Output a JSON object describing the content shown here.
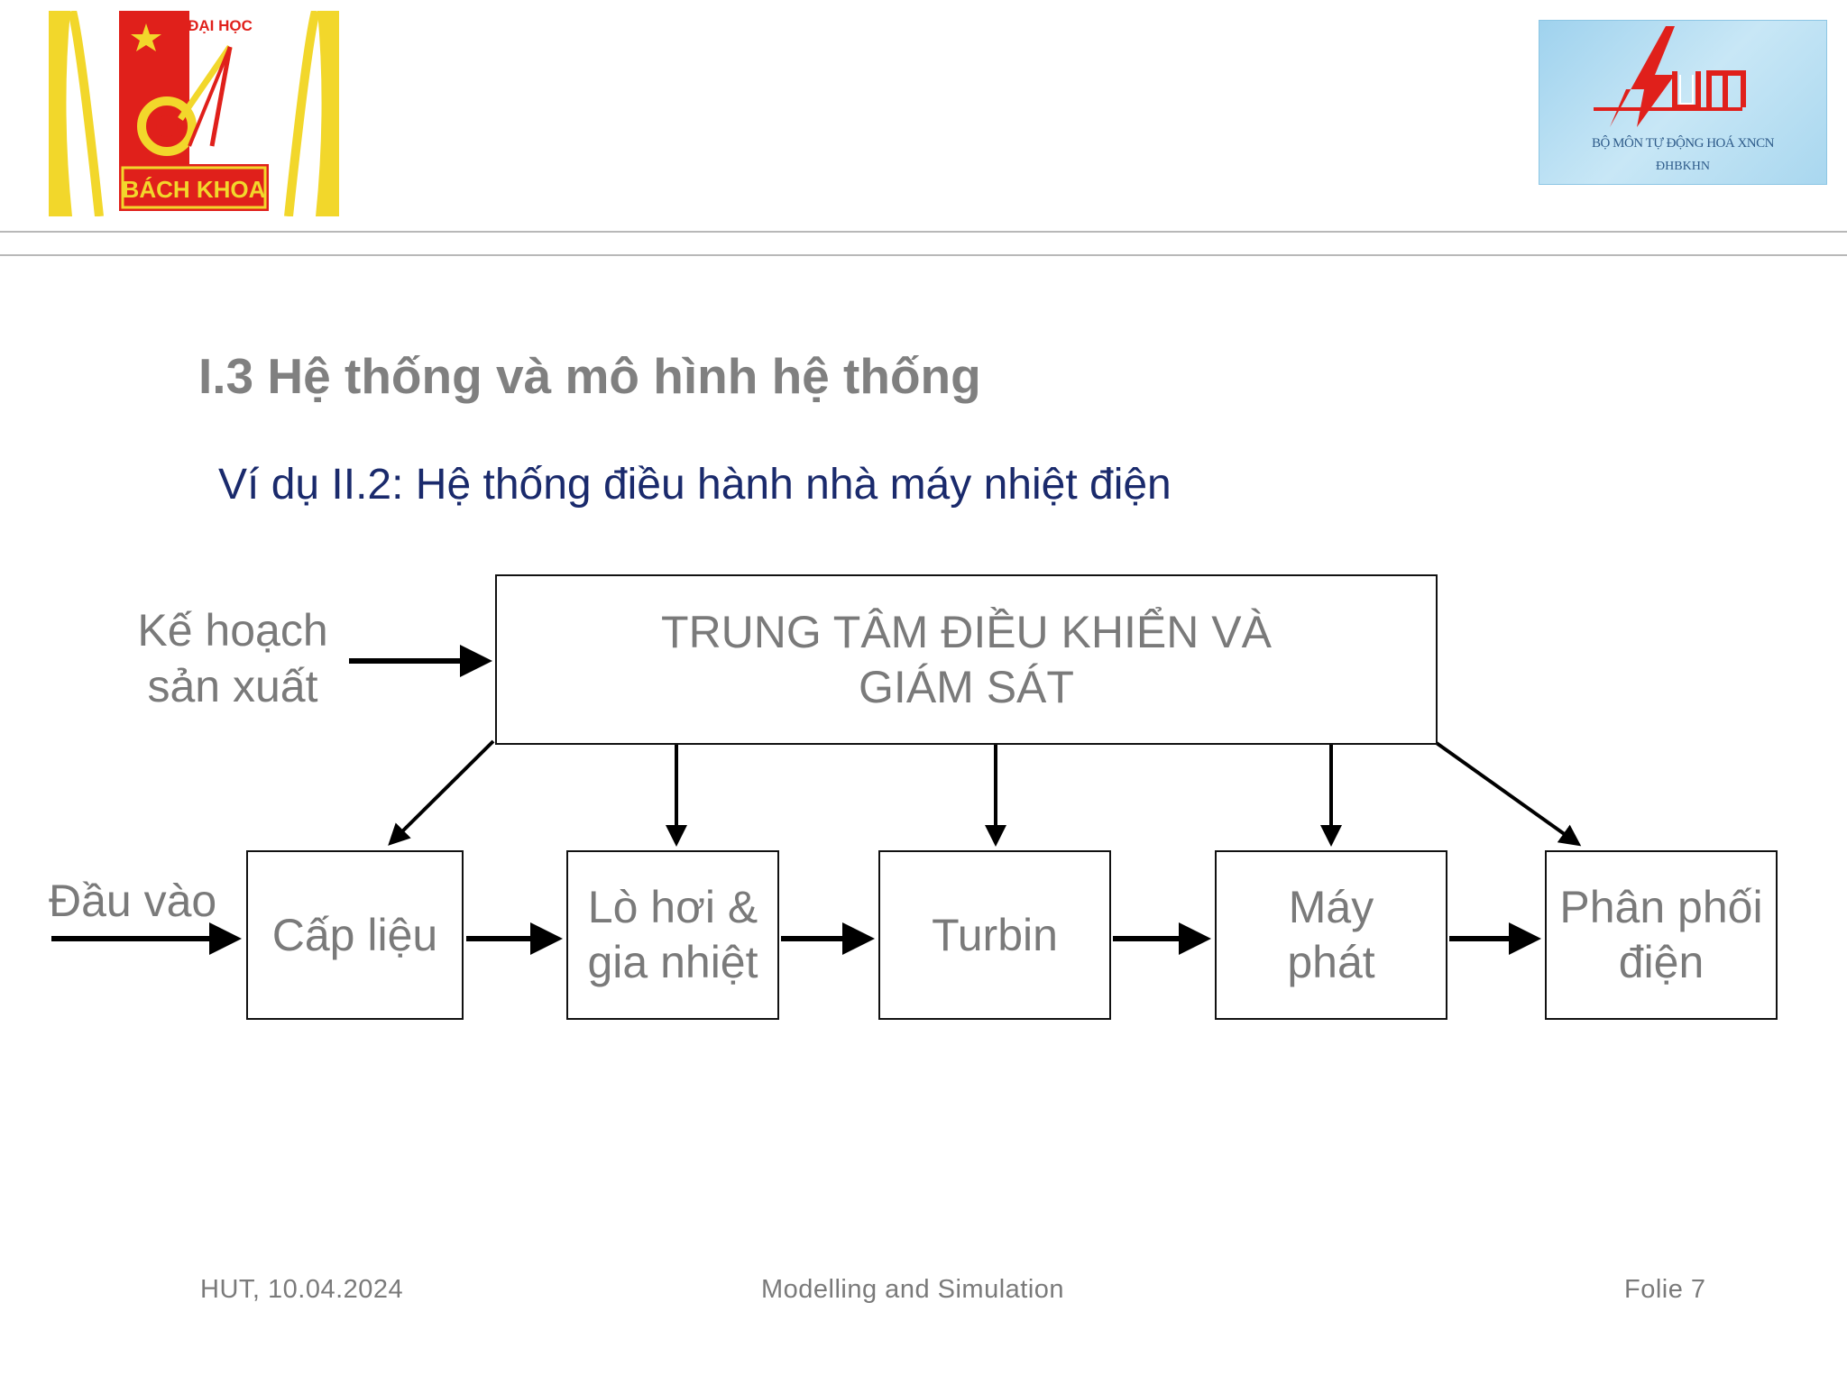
{
  "header": {
    "left_logo": {
      "icon": "bach-khoa-university-logo",
      "top_text": "ĐẠI HỌC",
      "bottom_text": "BÁCH KHOA"
    },
    "right_logo": {
      "icon": "automation-department-logo",
      "line1": "BỘ MÔN TỰ ĐỘNG HOÁ XNCN",
      "line2": "ĐHBKHN"
    }
  },
  "slide": {
    "title": "I.3 Hệ thống và mô hình hệ thống",
    "subtitle": "Ví dụ II.2: Hệ thống điều hành nhà máy nhiệt điện"
  },
  "diagram": {
    "control_center": {
      "line1": "TRUNG TÂM ĐIỀU KHIỂN VÀ",
      "line2": "GIÁM SÁT"
    },
    "plan_label": {
      "line1": "Kế hoạch",
      "line2": "sản xuất"
    },
    "input_label": "Đầu vào",
    "blocks": [
      {
        "line1": "Cấp liệu",
        "line2": ""
      },
      {
        "line1": "Lò hơi &",
        "line2": "gia nhiệt"
      },
      {
        "line1": "Turbin",
        "line2": ""
      },
      {
        "line1": "Máy",
        "line2": "phát"
      },
      {
        "line1": "Phân phối",
        "line2": "điện"
      }
    ]
  },
  "footer": {
    "left": "HUT, 10.04.2024",
    "center": "Modelling and Simulation",
    "right": "Folie 7"
  },
  "colors": {
    "title": "#808080",
    "subtitle": "#1a2a6c",
    "diagram_text": "#7a7a7a",
    "logo_red": "#e0201b",
    "logo_yellow": "#f2d72b",
    "logo_blue": "#a9d7ef"
  }
}
